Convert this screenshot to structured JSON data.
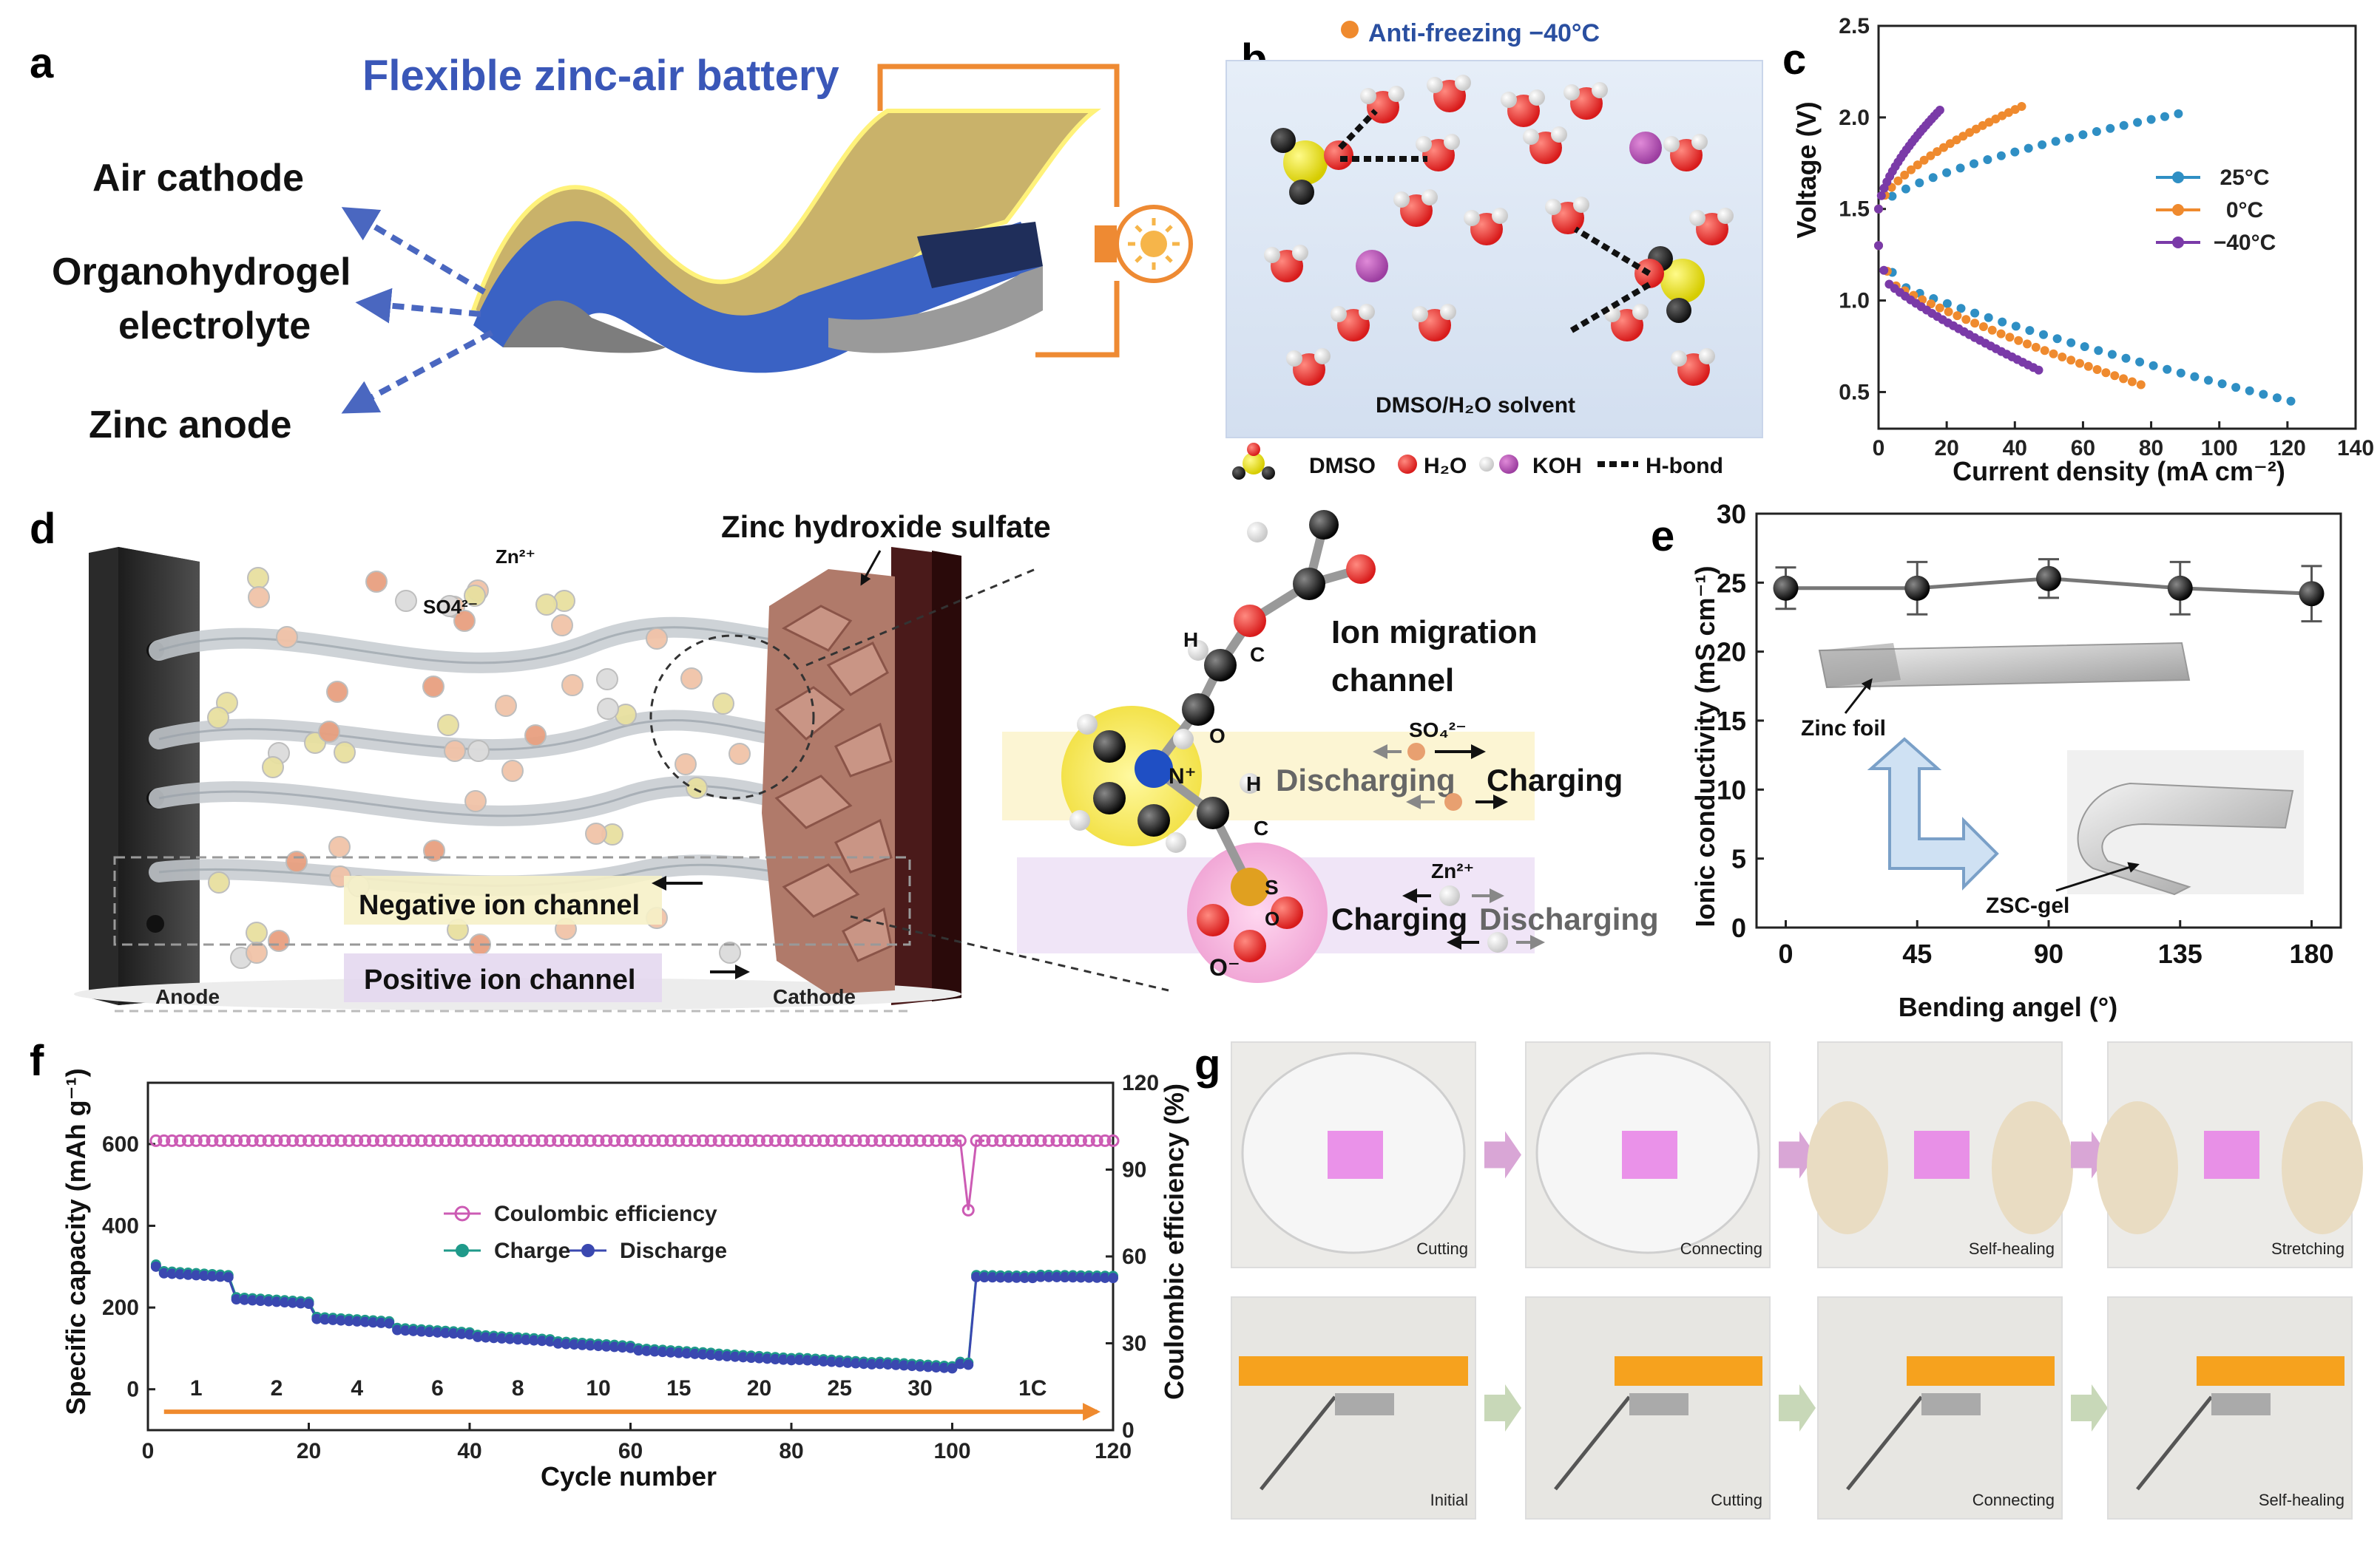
{
  "panels": {
    "a": {
      "letter": "a",
      "title": "Flexible zinc-air battery",
      "labels": [
        "Air cathode",
        "Organohydrogel",
        "electrolyte",
        "Zinc anode"
      ],
      "colors": {
        "title": "#3a57b8",
        "cathode": "#c9b26a",
        "electrolyte": "#3a62c4",
        "anode": "#8a8a8a",
        "wire": "#ee8a33"
      }
    },
    "b": {
      "letter": "b",
      "header": "Anti-freezing  −40°C",
      "caption": "DMSO/H₂O solvent",
      "legend": [
        "DMSO",
        "H₂O",
        "KOH",
        "H-bond"
      ]
    },
    "d": {
      "letter": "d",
      "labels": {
        "zn": "Zn²⁺",
        "so4": "SO4²⁻",
        "zhs": "Zinc hydroxide sulfate",
        "neg": "Negative ion channel",
        "pos": "Positive ion channel",
        "anode": "Anode",
        "cathode": "Cathode",
        "ion_title_1": "Ion migration",
        "ion_title_2": "channel",
        "so4_sup": "SO₄²⁻",
        "zn_sup": "Zn²⁺",
        "discharging": "Discharging",
        "charging": "Charging",
        "h": "H",
        "c": "C",
        "o": "O",
        "n": "N⁺",
        "s": "S",
        "o_minus": "O⁻"
      }
    },
    "g": {
      "letter": "g",
      "top": [
        "Cutting",
        "Connecting",
        "Self-healing",
        "Stretching"
      ],
      "bottom": [
        "Initial",
        "Cutting",
        "Connecting",
        "Self-healing"
      ]
    }
  },
  "chart_data": [
    {
      "id": "c",
      "letter": "c",
      "type": "line",
      "xlabel": "Current density (mA cm⁻²)",
      "ylabel": "Voltage (V)",
      "xlim": [
        0,
        140
      ],
      "ylim": [
        0.3,
        2.5
      ],
      "xticks": [
        0,
        20,
        40,
        60,
        80,
        100,
        120,
        140
      ],
      "yticks": [
        0.5,
        1.0,
        1.5,
        2.0,
        2.5
      ],
      "legend_position": "right",
      "series": [
        {
          "name": "25°C",
          "color": "#2f8fc4",
          "charge": {
            "x_max": 88,
            "v_end": 2.02
          },
          "discharge": {
            "x_max": 121,
            "v_end": 0.45
          }
        },
        {
          "name": "0°C",
          "color": "#ef8a2e",
          "charge": {
            "x_max": 42,
            "v_end": 2.06
          },
          "discharge": {
            "x_max": 77,
            "v_end": 0.54
          }
        },
        {
          "name": "−40°C",
          "color": "#7a3aa8",
          "charge": {
            "x_max": 18,
            "v_end": 2.04
          },
          "discharge": {
            "x_max": 47,
            "v_end": 0.62
          }
        }
      ],
      "ocv": 1.5
    },
    {
      "id": "e",
      "letter": "e",
      "type": "line",
      "xlabel": "Bending angel (°)",
      "ylabel": "Ionic conductivity (mS cm⁻¹)",
      "xlim": [
        -10,
        190
      ],
      "ylim": [
        0,
        30
      ],
      "xticks": [
        0,
        45,
        90,
        135,
        180
      ],
      "yticks": [
        0,
        5,
        10,
        15,
        20,
        25,
        30
      ],
      "x": [
        0,
        45,
        90,
        135,
        180
      ],
      "y": [
        24.6,
        24.6,
        25.3,
        24.6,
        24.2
      ],
      "err": [
        1.5,
        1.9,
        1.4,
        1.9,
        2.0
      ],
      "annotations": [
        "Zinc foil",
        "ZSC-gel"
      ]
    },
    {
      "id": "f",
      "letter": "f",
      "type": "scatter",
      "xlabel": "Cycle number",
      "ylabel": "Specific capacity (mAh g⁻¹)",
      "ylabel_right": "Coulombic efficiency (%)",
      "xlim": [
        0,
        120
      ],
      "ylim": [
        -100,
        750
      ],
      "ylim_right": [
        0,
        120
      ],
      "xticks": [
        0,
        20,
        40,
        60,
        80,
        100,
        120
      ],
      "yticks": [
        0,
        200,
        400,
        600
      ],
      "yticks_right": [
        0,
        30,
        60,
        90,
        120
      ],
      "rates": [
        "1",
        "2",
        "4",
        "6",
        "8",
        "10",
        "15",
        "20",
        "25",
        "30",
        "1C"
      ],
      "rate_capacity": [
        285,
        220,
        172,
        145,
        128,
        112,
        95,
        82,
        72,
        62,
        275
      ],
      "ce_value": 100,
      "ce_dip": {
        "cycle": 102,
        "value": 76
      },
      "legend": [
        "Coulombic efficiency",
        "Charge",
        "Discharge"
      ],
      "colors": {
        "ce": "#cc5bb4",
        "charge": "#1f9a8a",
        "discharge": "#3a48b0",
        "arrow": "#ef8a2e"
      }
    }
  ]
}
